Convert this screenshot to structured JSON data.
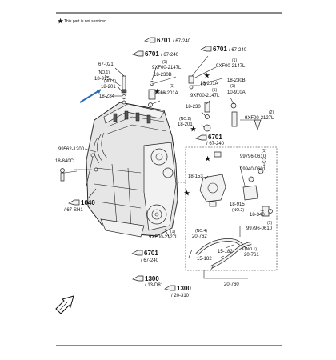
{
  "notice": {
    "star_symbol": "★",
    "text": "This part is not serviced."
  },
  "labels": {
    "p67021": "67-021",
    "no1_a": "(NO.1)",
    "p18915_a": "18-915",
    "no1_b": "(NO.1)",
    "p18201_a": "18-201",
    "p18z84": "18-Z84",
    "ref6701_a_code": "6701",
    "ref6701_a_sub": "/ 67-240",
    "ref6701_b_code": "6701",
    "ref6701_b_sub": "/ 67-240",
    "ref6701_c_code": "6701",
    "ref6701_c_sub": "/ 67-240",
    "num1_a": "(1)",
    "p9xf00_2147l_a": "9XF00-2147L",
    "p18230b_a": "18-230B",
    "num1_b": "(1)",
    "p18201a_a": "18-201A",
    "num1_c": "(1)",
    "p9xf00_2147l_b": "9XF00-2147L",
    "p18230b_b": "18-230B",
    "p18201a_b": "18-201A",
    "num1_d": "(1)",
    "p9xf00_2147l_c": "9XF00-2147L",
    "p18230": "18-230",
    "no2_a": "(NO.2)",
    "p18201_b": "18-201",
    "num1_e": "(1)",
    "p10910a": "10-910A",
    "num2": "(2)",
    "p9xf00_2127l_a": "9XF00-2127L",
    "ref6701_d_code": "6701",
    "ref6701_d_sub": "/ 67-240",
    "p99562": "99562-1200",
    "p18840c": "18-840C",
    "num1_f": "(1)",
    "p99796_0610_a": "99796-0610",
    "num1_g": "(1)",
    "p99940_0601": "99940-0601",
    "p18153": "18-153",
    "ref1040_code": "1040",
    "ref1040_sub": "/ 67-SH1",
    "p18915_b": "18-915",
    "no2_b": "(NO.2)",
    "p18340": "18-340",
    "num1_h": "(1)",
    "p99796_0610_b": "99796-0610",
    "no4": "(NO.4)",
    "p20762": "20-762",
    "num1_i": "(1)",
    "p9xf00_2127l_b": "9XF00-2127L",
    "no1_c": "(NO.1)",
    "p20761": "20-761",
    "p15182_a": "15-182",
    "ref6701_e_code": "6701",
    "ref6701_e_sub": "/ 67-240",
    "p15182_b": "15-182",
    "ref1300_a_code": "1300",
    "ref1300_a_sub": "/ 13-D81",
    "ref1300_b_code": "1300",
    "ref1300_b_sub": "/ 20-310",
    "p20760": "20-760"
  },
  "colors": {
    "line": "#222222",
    "engine_fill": "#e6e6e6",
    "highlight_arrow": "#2b6cb8",
    "background": "#ffffff"
  },
  "icons": {
    "front_arrow": "front-arrow-icon",
    "reference_tag": "reference-tag-icon",
    "star": "star-icon"
  }
}
